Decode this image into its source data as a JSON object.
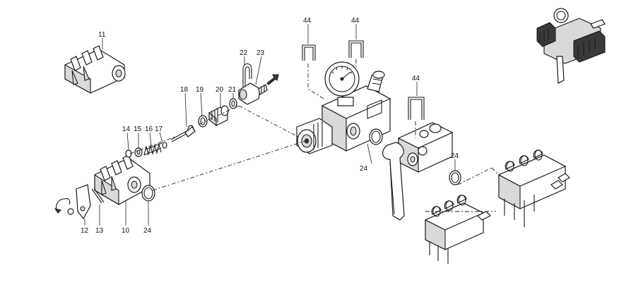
{
  "callouts": {
    "c10": "10",
    "c11": "11",
    "c12": "12",
    "c13": "13",
    "c14": "14",
    "c15": "15",
    "c16": "16",
    "c17": "17",
    "c18": "18",
    "c19": "19",
    "c20": "20",
    "c21": "21",
    "c22": "22",
    "c23": "23",
    "c24a": "24",
    "c24b": "24",
    "c24c": "24",
    "c44a": "44",
    "c44b": "44",
    "c44c": "44"
  }
}
